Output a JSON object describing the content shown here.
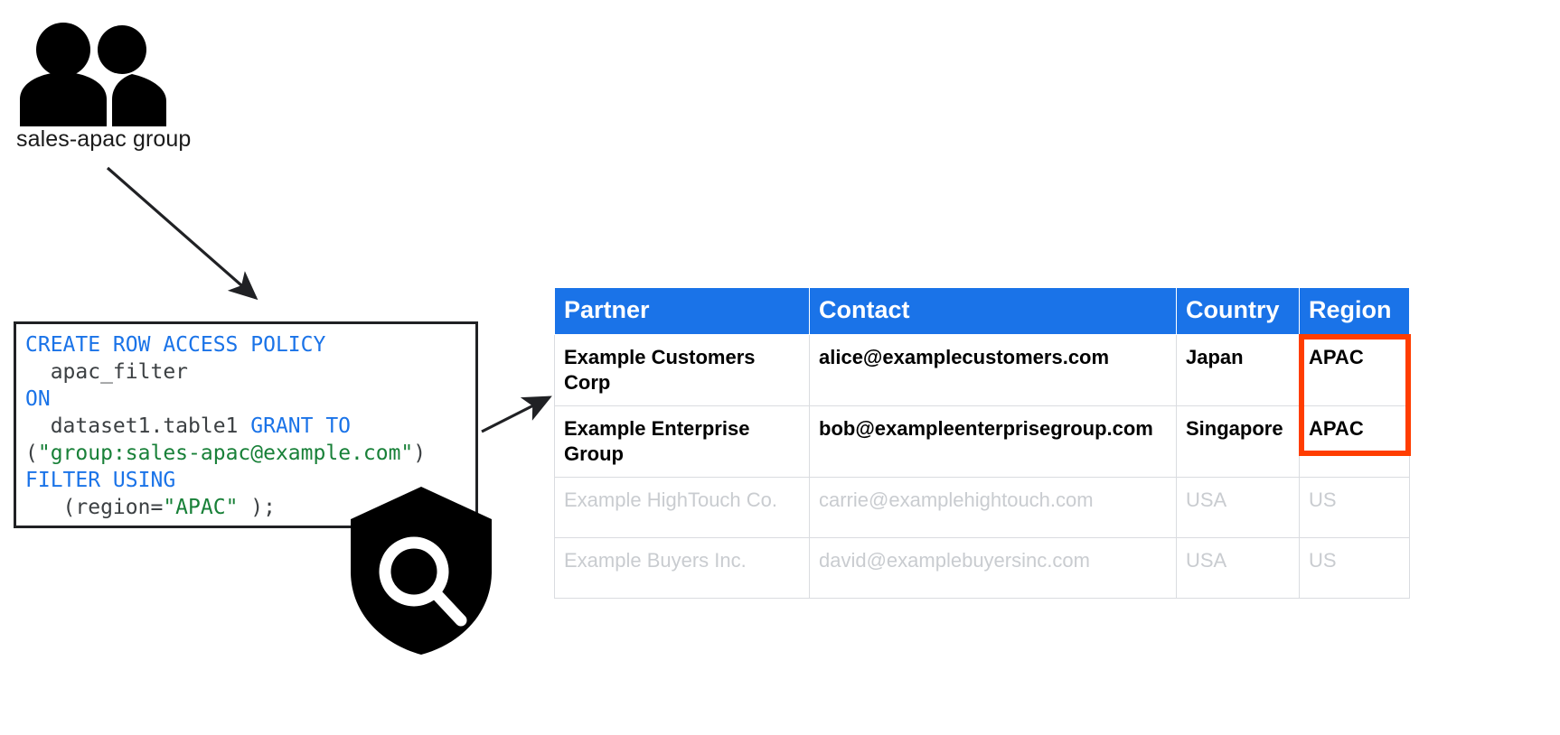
{
  "actor": {
    "icon": "people-group-icon",
    "label": "sales-apac group"
  },
  "policy_code": {
    "icon": "shield-search-icon",
    "lines": [
      [
        {
          "t": "CREATE ROW ACCESS POLICY",
          "c": "kw"
        }
      ],
      [
        {
          "t": "  apac_filter",
          "c": "id"
        }
      ],
      [
        {
          "t": "ON",
          "c": "kw"
        }
      ],
      [
        {
          "t": "  dataset1.table1 ",
          "c": "id"
        },
        {
          "t": "GRANT TO",
          "c": "kw"
        }
      ],
      [
        {
          "t": "(",
          "c": "pun"
        },
        {
          "t": "\"group:sales-apac@example.com\"",
          "c": "str"
        },
        {
          "t": ")",
          "c": "pun"
        }
      ],
      [
        {
          "t": "FILTER USING",
          "c": "kw"
        }
      ],
      [
        {
          "t": "   (region=",
          "c": "id"
        },
        {
          "t": "\"APAC\"",
          "c": "str"
        },
        {
          "t": " );",
          "c": "id"
        }
      ]
    ],
    "plain_text": "CREATE ROW ACCESS POLICY\n  apac_filter\nON\n  dataset1.table1 GRANT TO\n(\"group:sales-apac@example.com\")\nFILTER USING\n   (region=\"APAC\" );"
  },
  "table": {
    "columns": [
      "Partner",
      "Contact",
      "Country",
      "Region"
    ],
    "rows": [
      {
        "state": "visible",
        "cells": [
          "Example Customers Corp",
          "alice@examplecustomers.com",
          "Japan",
          "APAC"
        ]
      },
      {
        "state": "visible",
        "cells": [
          "Example Enterprise Group",
          "bob@exampleenterprisegroup.com",
          "Singapore",
          "APAC"
        ]
      },
      {
        "state": "filtered-out",
        "cells": [
          "Example HighTouch Co.",
          "carrie@examplehightouch.com",
          "USA",
          "US"
        ]
      },
      {
        "state": "filtered-out",
        "cells": [
          "Example Buyers Inc.",
          "david@examplebuyersinc.com",
          "USA",
          "US"
        ]
      }
    ]
  },
  "colors": {
    "header_blue": "#1a73e8",
    "keyword_blue": "#1a73e8",
    "string_green": "#188038",
    "highlight_red": "#ff3d00",
    "muted_grey": "#c9ccd0",
    "text_dark": "#202124",
    "grid_line": "#dadce0"
  }
}
